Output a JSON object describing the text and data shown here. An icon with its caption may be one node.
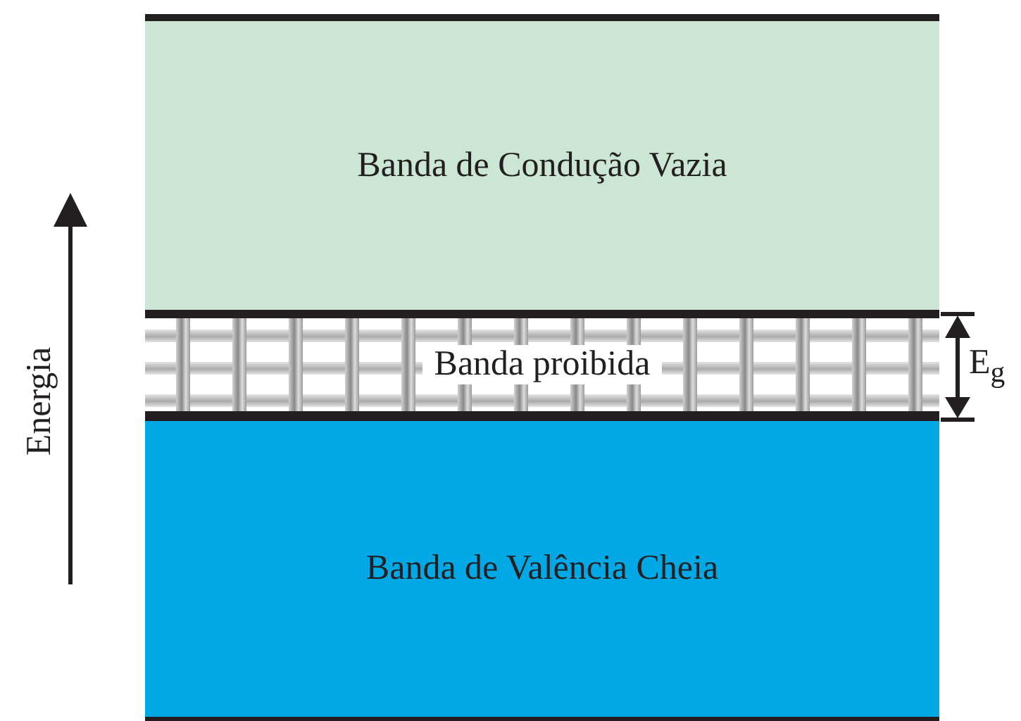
{
  "diagram": {
    "nodes": [
      {
        "text": [
          "Banda de Condução Vazia"
        ]
      },
      {
        "text": [
          "Banda proibida"
        ]
      },
      {
        "text": [
          "Banda de Valência Cheia"
        ]
      }
    ],
    "labels": [
      "Energia",
      "E$_{g}$"
    ]
  }
}
